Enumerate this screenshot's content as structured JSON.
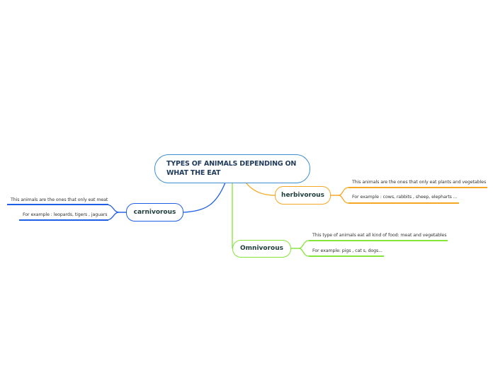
{
  "central": {
    "line1": "TYPES OF ANIMALS DEPENDING ON",
    "line2": "WHAT THE EAT",
    "color": "#3d8fd1"
  },
  "branches": {
    "carnivorous": {
      "label": "carnivorous",
      "color": "#1f5ee6",
      "children": [
        "This animals are the ones that only eat meat",
        "For example : leopards,  tigers , jaguars"
      ]
    },
    "herbivorous": {
      "label": "herbivorous",
      "color": "#f5a623",
      "children": [
        "This animals are the ones that only eat plants and vegetables",
        "For example : cows,  rabbits , sheep, elepharts ..."
      ]
    },
    "omnivorous": {
      "label": "Omnivorous",
      "color": "#84e43a",
      "children": [
        "This type of animals eat all kind of food: meat and vegetables",
        "For example:  pigs , cat s, dogs..."
      ]
    }
  }
}
